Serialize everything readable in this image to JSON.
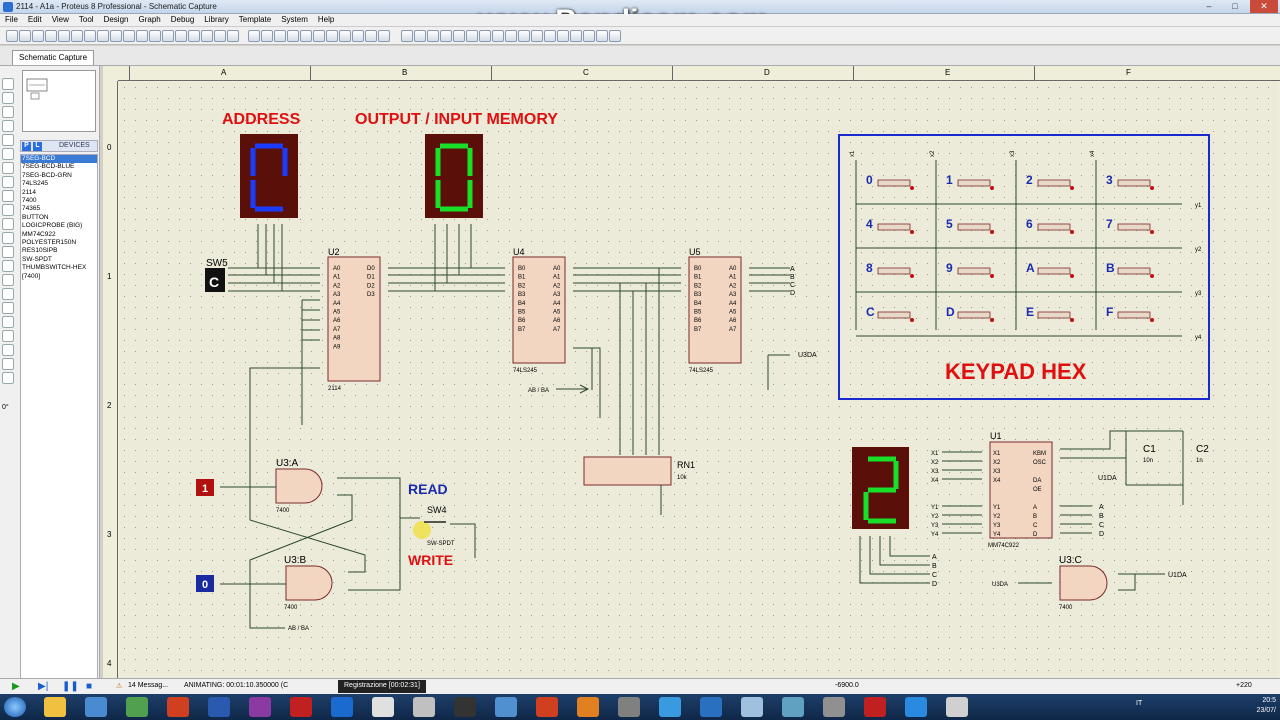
{
  "window": {
    "title": "2114 - A1a - Proteus 8 Professional - Schematic Capture",
    "watermark": "www.Bandicam.com"
  },
  "menu": [
    "File",
    "Edit",
    "View",
    "Tool",
    "Design",
    "Graph",
    "Debug",
    "Library",
    "Template",
    "System",
    "Help"
  ],
  "tab": {
    "label": "Schematic Capture"
  },
  "devices": {
    "header": "DEVICES",
    "p": "P",
    "l": "L",
    "items": [
      "7SEG-BCD",
      "7SEG-BCD-BLUE",
      "7SEG-BCD-GRN",
      "74LS245",
      "2114",
      "7400",
      "74365",
      "BUTTON",
      "LOGICPROBE (BIG)",
      "MM74C922",
      "POLYESTER150N",
      "RES10SIPB",
      "SW-SPDT",
      "THUMBSWITCH-HEX",
      "[7400]"
    ],
    "selected_index": 0
  },
  "rotation": "0°",
  "ruler": {
    "cols": [
      "A",
      "B",
      "C",
      "D",
      "E",
      "F"
    ],
    "rows": [
      "0",
      "1",
      "2",
      "3",
      "4"
    ]
  },
  "schematic": {
    "labels": {
      "address": "ADDRESS",
      "output": "OUTPUT / INPUT MEMORY",
      "keypad": "KEYPAD HEX",
      "read": "READ",
      "write": "WRITE"
    },
    "sw5": "SW5",
    "sw5_val": "C",
    "u2": "U2",
    "u2_part": "2114",
    "u4": "U4",
    "u4_part": "74LS245",
    "u5": "U5",
    "u5_part": "74LS245",
    "u1": "U1",
    "u1_part": "MM74C922",
    "u3a": "U3:A",
    "u3b": "U3:B",
    "u3c": "U3:C",
    "p7400": "7400",
    "sw4": "SW4",
    "sw4_part": "SW-SPDT",
    "rn1": "RN1",
    "rn1_val": "10k",
    "c1": "C1",
    "c1_val": "10n",
    "c2": "C2",
    "c2_val": "1n",
    "in_one": "1",
    "in_zero": "0",
    "abba": "AB / BA",
    "u3da": "U3DA",
    "u1da": "U1DA",
    "seg_addr": "C",
    "seg_out": "0",
    "seg_key": "2",
    "keys": [
      "0",
      "1",
      "2",
      "3",
      "4",
      "5",
      "6",
      "7",
      "8",
      "9",
      "A",
      "B",
      "C",
      "D",
      "E",
      "F"
    ],
    "ylabels": [
      "y1",
      "y2",
      "y3",
      "y4"
    ],
    "xlabels": [
      "x1",
      "x2",
      "x3",
      "x4"
    ],
    "abcd": [
      "A",
      "B",
      "C",
      "D"
    ],
    "u2_pins_left": [
      "A0",
      "A1",
      "A2",
      "A3",
      "A4",
      "A5",
      "A6",
      "A7",
      "A8",
      "A9"
    ],
    "u2_pins_right": [
      "D0",
      "D1",
      "D2",
      "D3"
    ],
    "u4_left": [
      "B0",
      "B1",
      "B2",
      "B3",
      "B4",
      "B5",
      "B6",
      "B7"
    ],
    "u4_right": [
      "A0",
      "A1",
      "A2",
      "A3",
      "A4",
      "A5",
      "A6",
      "A7"
    ],
    "u1_left": [
      "X1",
      "X2",
      "X3",
      "X4",
      "Y1",
      "Y2",
      "Y3",
      "Y4"
    ],
    "u1_right": [
      "KBM",
      "OSC",
      "DA",
      "OE",
      "A",
      "B",
      "C",
      "D"
    ]
  },
  "status": {
    "messages": "14 Messag...",
    "anim": "ANIMATING: 00:01:10.350000 (C",
    "rec": "Registrazione [00:02:31]",
    "coord": "-6900.0",
    "coord2": "+220"
  },
  "clock": {
    "time": "20:5",
    "date": "23/07/"
  },
  "lang": "IT"
}
